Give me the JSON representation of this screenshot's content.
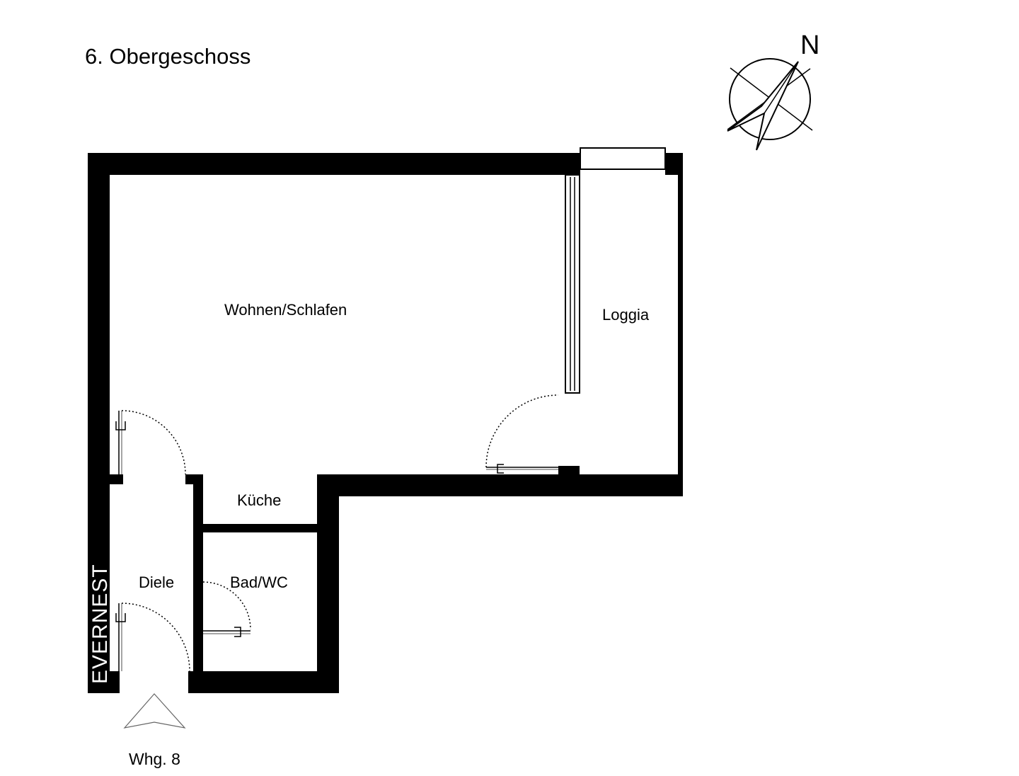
{
  "floor_title": "6. Obergeschoss",
  "compass": {
    "north_label": "N"
  },
  "rooms": {
    "living": "Wohnen/Schlafen",
    "loggia": "Loggia",
    "kitchen": "Küche",
    "hall": "Diele",
    "bath": "Bad/WC"
  },
  "brand": "EVERNEST",
  "unit_label": "Whg. 8",
  "colors": {
    "wall": "#000000",
    "background": "#ffffff"
  }
}
